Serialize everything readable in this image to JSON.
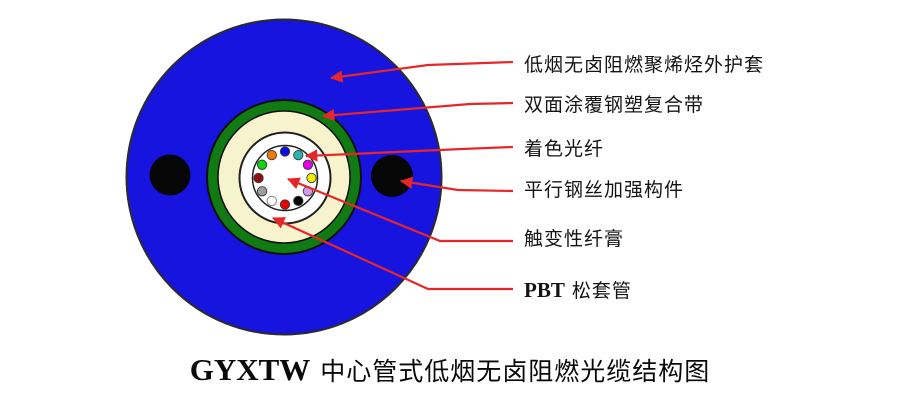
{
  "diagram": {
    "kind": "fiber-optic-cable-cross-section",
    "model": "GYXTW"
  },
  "caption": {
    "model": "GYXTW",
    "text": "中心管式低烟无卤阻燃光缆结构图"
  },
  "labels": [
    {
      "id": "outer-sheath",
      "text": "低烟无卤阻燃聚烯烃外护套"
    },
    {
      "id": "steel-tape",
      "text": "双面涂覆钢塑复合带"
    },
    {
      "id": "colored-fiber",
      "text": "着色光纤"
    },
    {
      "id": "strength-member",
      "text": "平行钢丝加强构件"
    },
    {
      "id": "thixotropic-gel",
      "text": "触变性纤膏"
    },
    {
      "id": "loose-tube",
      "prefix": "PBT",
      "text": "松套管"
    }
  ],
  "colors": {
    "sheath_blue": "#1714df",
    "tape_green": "#117a13",
    "filler_cream": "#f7f4cd",
    "tube_white": "#ffffff",
    "gel_white": "#ffffff",
    "steel_wire_black": "#060606",
    "arrow_red": "#e62629",
    "outline_dark": "#1c1c1c"
  },
  "fibers": {
    "count": 12,
    "colors": [
      "#0b0be0",
      "#2ab3b3",
      "#e400e4",
      "#efec04",
      "#cf9bef",
      "#050505",
      "#e40404",
      "#ffffff",
      "#9e9e9e",
      "#8c0f0f",
      "#0bd40b",
      "#ef7a04"
    ]
  }
}
